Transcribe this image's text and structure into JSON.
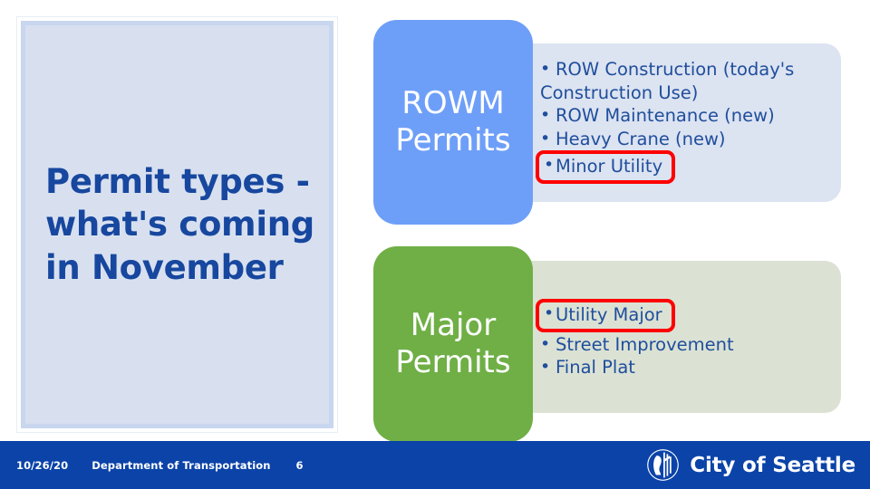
{
  "slide": {
    "title": "Permit types -\nwhat's coming\nin November",
    "accent_colors": {
      "title_blue": "#17479E",
      "category_blue": "#6E9FF8",
      "category_green": "#6FAF46",
      "tint_blue": "#DCE3F1",
      "tint_green": "#DBE2D4",
      "footer_blue": "#0B43A8",
      "highlight_red": "#FF0000"
    }
  },
  "groups": [
    {
      "label": "ROWM\nPermits",
      "color": "#6E9FF8",
      "items": [
        {
          "text": "ROW Construction (today's Construction Use)",
          "highlighted": false
        },
        {
          "text": "ROW Maintenance (new)",
          "highlighted": false
        },
        {
          "text": "Heavy Crane (new)",
          "highlighted": false
        },
        {
          "text": "Minor Utility",
          "highlighted": true
        }
      ]
    },
    {
      "label": "Major\nPermits",
      "color": "#6FAF46",
      "items": [
        {
          "text": "Utility Major",
          "highlighted": true
        },
        {
          "text": "Street Improvement",
          "highlighted": false
        },
        {
          "text": "Final Plat",
          "highlighted": false
        }
      ]
    }
  ],
  "footer": {
    "date": "10/26/20",
    "department": "Department of Transportation",
    "page_number": "6",
    "brand_name": "City of Seattle",
    "brand_icon": "seattle-seal-icon"
  }
}
